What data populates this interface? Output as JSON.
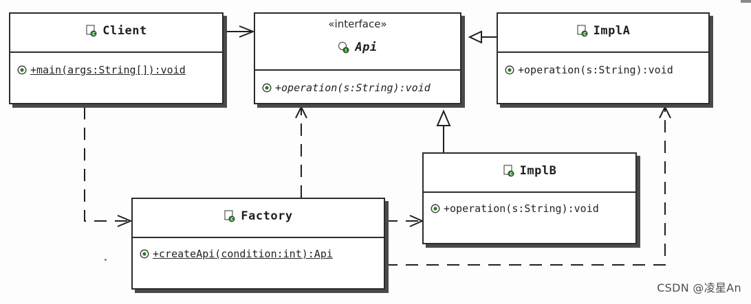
{
  "diagram": {
    "classes": {
      "client": {
        "name": "Client",
        "icon": "class-icon",
        "method": "+main(args:String[]):void",
        "method_icon": "public-method-icon"
      },
      "api": {
        "stereotype": "«interface»",
        "name": "Api",
        "icon": "interface-icon",
        "method": "+operation(s:String):void",
        "method_icon": "public-method-icon"
      },
      "impla": {
        "name": "ImplA",
        "icon": "class-icon",
        "method": "+operation(s:String):void",
        "method_icon": "public-method-icon"
      },
      "implb": {
        "name": "ImplB",
        "icon": "class-icon",
        "method": "+operation(s:String):void",
        "method_icon": "public-method-icon"
      },
      "factory": {
        "name": "Factory",
        "icon": "class-icon",
        "method": "+createApi(condition:int):Api",
        "method_icon": "public-method-icon"
      }
    },
    "relationships": [
      {
        "from": "Client",
        "to": "Api",
        "type": "association"
      },
      {
        "from": "ImplA",
        "to": "Api",
        "type": "realization"
      },
      {
        "from": "ImplB",
        "to": "Api",
        "type": "realization"
      },
      {
        "from": "Client",
        "to": "Factory",
        "type": "dependency"
      },
      {
        "from": "Factory",
        "to": "Api",
        "type": "dependency"
      },
      {
        "from": "Factory",
        "to": "ImplB",
        "type": "dependency"
      },
      {
        "from": "Factory",
        "to": "ImplA",
        "type": "dependency"
      }
    ],
    "colors": {
      "line": "#1f1f1f",
      "shadow": "#4a4a4a",
      "icon_green": "#2f7a2f"
    }
  },
  "watermark": "CSDN @凌星An"
}
